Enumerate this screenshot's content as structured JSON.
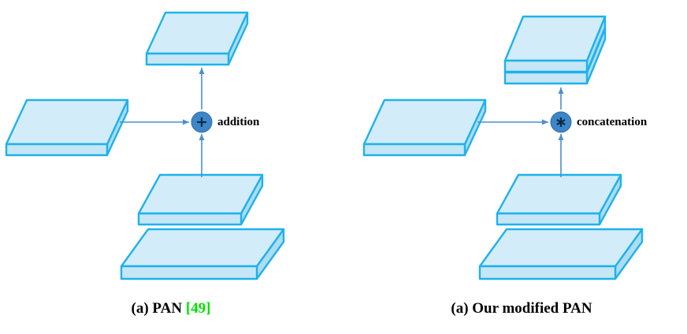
{
  "figure": {
    "panels": [
      {
        "operator_symbol": "+",
        "operator_label": "addition",
        "caption": "(a) PAN ",
        "caption_ref": "[49]"
      },
      {
        "operator_symbol": "∗",
        "operator_label": "concatenation",
        "caption": "(a) Our modified PAN",
        "caption_ref": ""
      }
    ],
    "colors": {
      "slab_fill_front": "#c6e6f6",
      "slab_fill_top": "#d3ecf9",
      "slab_fill_side": "#aedcf1",
      "slab_stroke": "#1eb2ec",
      "arrow": "#4a90d0",
      "node_fill": "#3d86c8",
      "node_stroke": "#2f6ea8",
      "node_symbol": "#0b2a4a",
      "caption_color": "#000000",
      "ref_green": "#00e100"
    }
  }
}
